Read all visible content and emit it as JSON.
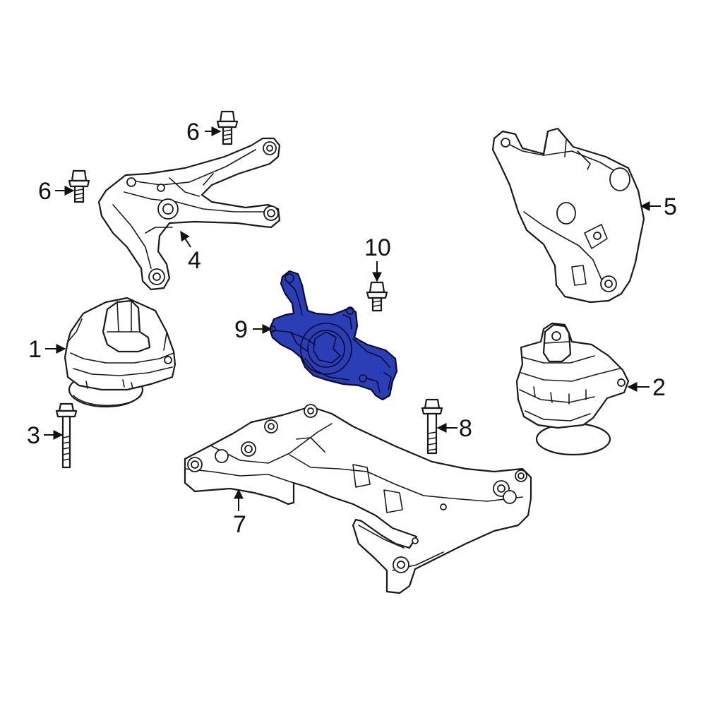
{
  "diagram": {
    "highlight_color": "#2a3fb5",
    "line_color": "#1a1a1a",
    "background": "#ffffff",
    "highlighted_part": "9",
    "callouts": [
      {
        "id": "c1",
        "label": "1"
      },
      {
        "id": "c2",
        "label": "2"
      },
      {
        "id": "c3",
        "label": "3"
      },
      {
        "id": "c4",
        "label": "4"
      },
      {
        "id": "c5",
        "label": "5"
      },
      {
        "id": "c6a",
        "label": "6"
      },
      {
        "id": "c6b",
        "label": "6"
      },
      {
        "id": "c7",
        "label": "7"
      },
      {
        "id": "c8",
        "label": "8"
      },
      {
        "id": "c9",
        "label": "9"
      },
      {
        "id": "c10",
        "label": "10"
      }
    ]
  }
}
